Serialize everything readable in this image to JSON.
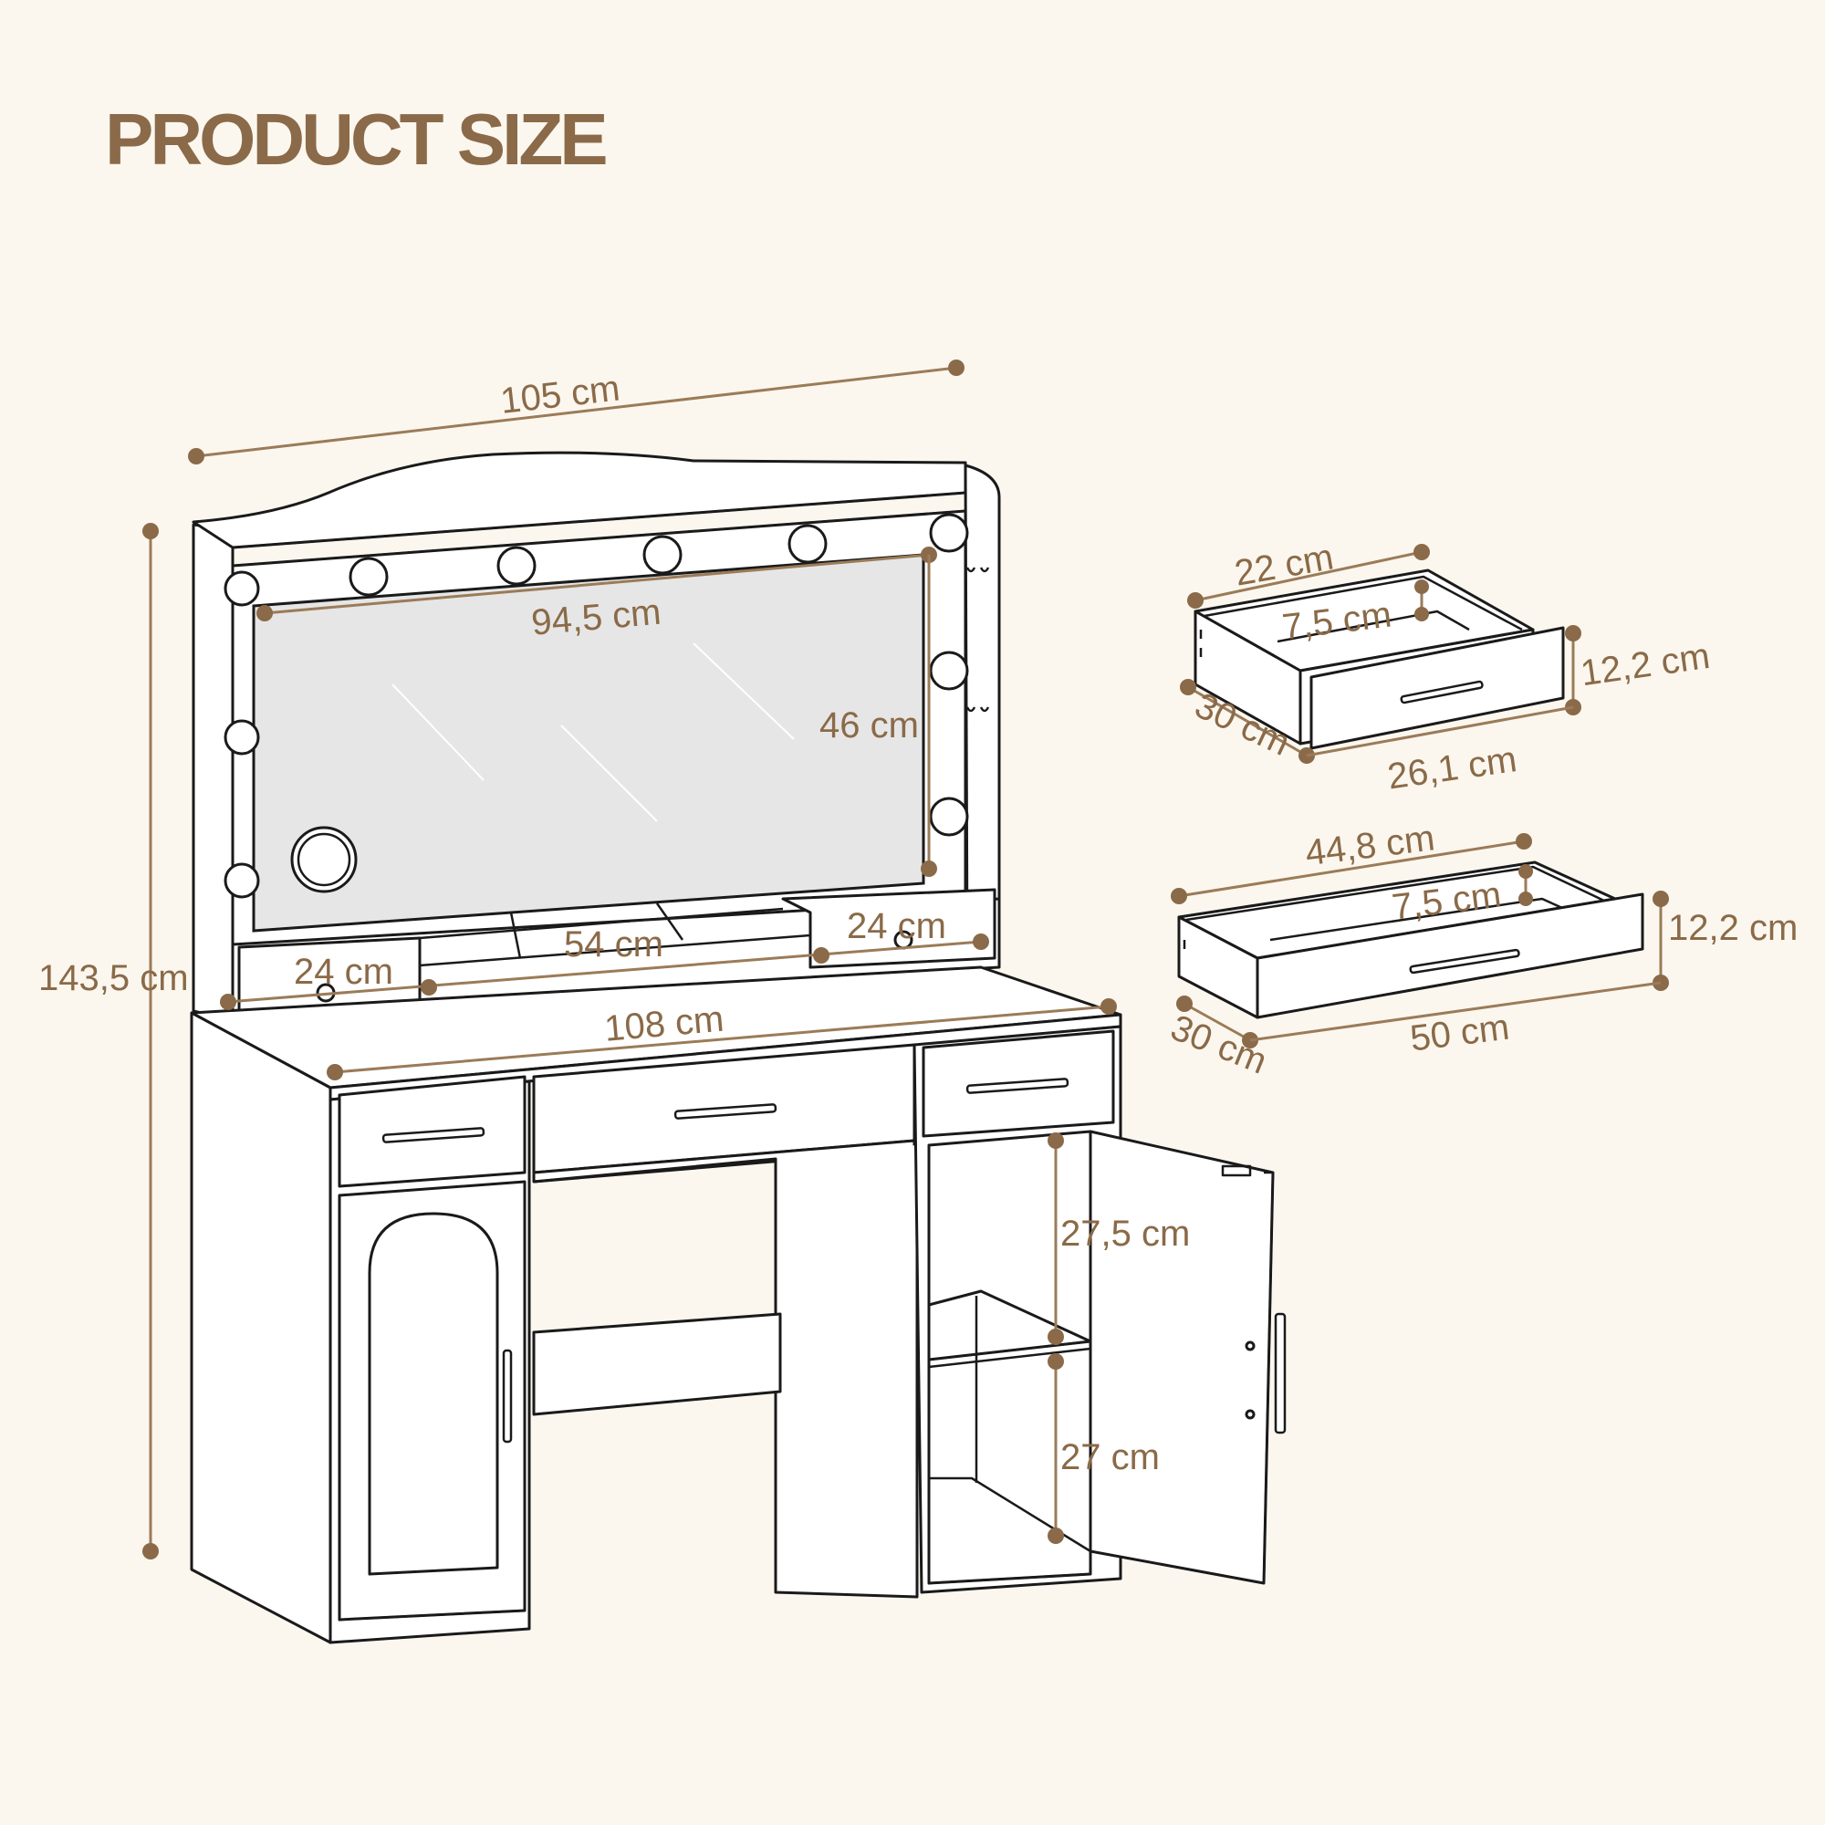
{
  "title": "PRODUCT SIZE",
  "dimensions": {
    "overall_width": "105 cm",
    "overall_height": "143,5 cm",
    "mirror_width": "94,5 cm",
    "mirror_height": "46 cm",
    "left_cubby": "24 cm",
    "middle_cubby": "54 cm",
    "right_cubby": "24 cm",
    "desk_width": "108 cm",
    "cabinet_upper": "27,5 cm",
    "cabinet_lower": "27 cm"
  },
  "small_drawer": {
    "back_width": "22 cm",
    "inner_depth": "7,5 cm",
    "height": "12,2 cm",
    "depth": "30 cm",
    "front_width": "26,1 cm"
  },
  "large_drawer": {
    "back_width": "44,8 cm",
    "inner_depth": "7,5 cm",
    "height": "12,2 cm",
    "depth": "30 cm",
    "front_width": "50 cm"
  }
}
